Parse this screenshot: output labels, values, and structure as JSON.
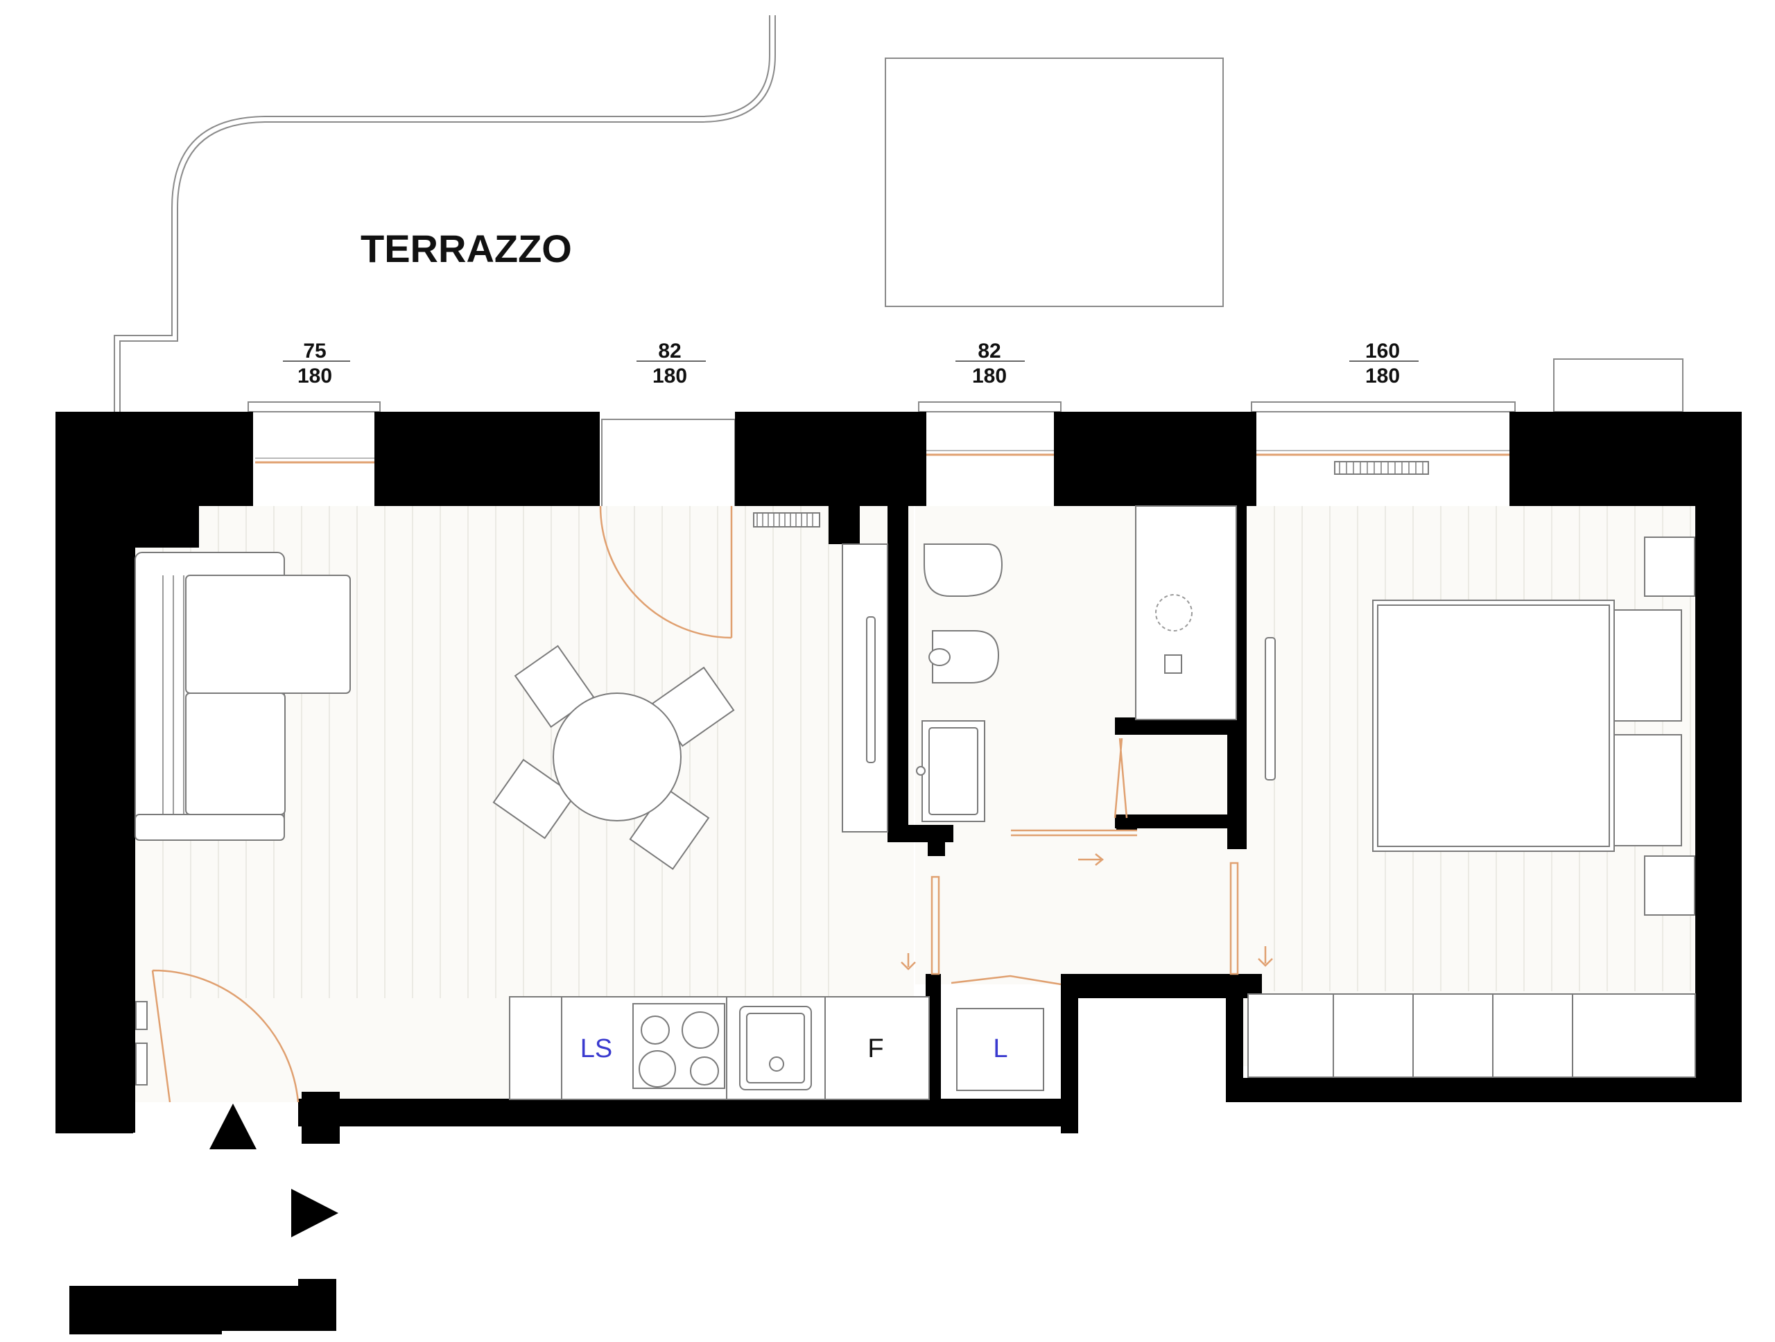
{
  "title": "TERRAZZO",
  "windows": [
    {
      "width": "75",
      "height": "180"
    },
    {
      "width": "82",
      "height": "180"
    },
    {
      "width": "82",
      "height": "180"
    },
    {
      "width": "160",
      "height": "180"
    }
  ],
  "appliances": {
    "ls": "LS",
    "f": "F",
    "l": "L"
  },
  "colors": {
    "wall": "#000000",
    "door_swing": "#e0a070",
    "appliance_label_blue": "#3a3acf",
    "appliance_label_black": "#111111"
  },
  "icons": [
    "entrance-arrow-up-icon",
    "entrance-arrow-right-icon"
  ]
}
